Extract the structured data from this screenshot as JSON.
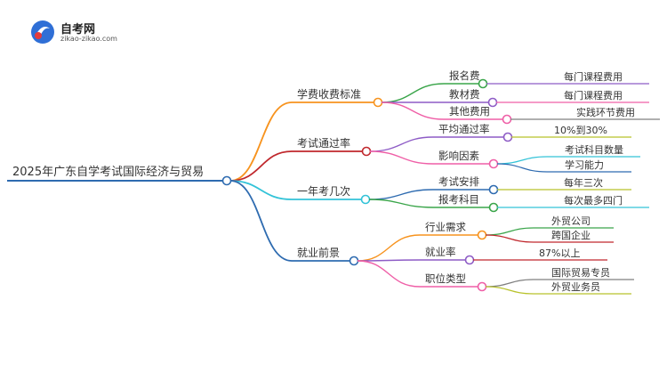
{
  "brand": {
    "name": "自考网",
    "url": "zikao-zikao.com"
  },
  "mindmap": {
    "root": "2025年广东自学考试国际经济与贸易",
    "branches": [
      {
        "label": "学费收费标准",
        "color": "#f7931e",
        "children": [
          {
            "label": "报名费",
            "color": "#3aa54a",
            "leaves": [
              {
                "label": "每门课程费用",
                "color": "#8e5cc6"
              }
            ]
          },
          {
            "label": "教材费",
            "color": "#8e5cc6",
            "leaves": [
              {
                "label": "每门课程费用",
                "color": "#ef5fa7"
              }
            ]
          },
          {
            "label": "其他费用",
            "color": "#ef5fa7",
            "leaves": [
              {
                "label": "实践环节费用",
                "color": "#7f7f7f"
              }
            ]
          }
        ]
      },
      {
        "label": "考试通过率",
        "color": "#c0282d",
        "children": [
          {
            "label": "平均通过率",
            "color": "#8e5cc6",
            "leaves": [
              {
                "label": "10%到30%",
                "color": "#b8c22b"
              }
            ]
          },
          {
            "label": "影响因素",
            "color": "#ef5fa7",
            "leaves": [
              {
                "label": "考试科目数量",
                "color": "#33c3d8"
              },
              {
                "label": "学习能力",
                "color": "#2e6bb0"
              }
            ]
          }
        ]
      },
      {
        "label": "一年考几次",
        "color": "#33c3d8",
        "children": [
          {
            "label": "考试安排",
            "color": "#2e6bb0",
            "leaves": [
              {
                "label": "每年三次",
                "color": "#b8c22b"
              }
            ]
          },
          {
            "label": "报考科目",
            "color": "#3aa54a",
            "leaves": [
              {
                "label": "每次最多四门",
                "color": "#33c3d8"
              }
            ]
          }
        ]
      },
      {
        "label": "就业前景",
        "color": "#2e6bb0",
        "children": [
          {
            "label": "行业需求",
            "color": "#f7931e",
            "leaves": [
              {
                "label": "外贸公司",
                "color": "#3aa54a"
              },
              {
                "label": "跨国企业",
                "color": "#c0282d"
              }
            ]
          },
          {
            "label": "就业率",
            "color": "#8e5cc6",
            "leaves": [
              {
                "label": "87%以上",
                "color": "#c0282d"
              }
            ]
          },
          {
            "label": "职位类型",
            "color": "#ef5fa7",
            "leaves": [
              {
                "label": "国际贸易专员",
                "color": "#7f7f7f"
              },
              {
                "label": "外贸业务员",
                "color": "#b8c22b"
              }
            ]
          }
        ]
      }
    ]
  }
}
